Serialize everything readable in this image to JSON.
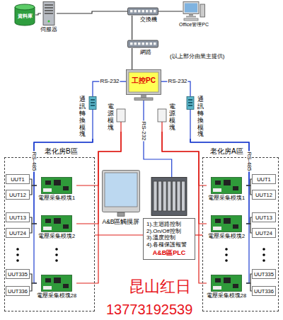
{
  "diagram": {
    "nodes": [
      {
        "text": [
          "資料庫"
        ]
      },
      {
        "text": [
          "伺服器"
        ]
      },
      {
        "text": [
          "交換機"
        ]
      },
      {
        "text": [
          "Office管理PC"
        ]
      },
      {
        "text": [
          "網路"
        ]
      },
      {
        "text": [
          "工控PC"
        ]
      },
      {
        "text": [
          "通訊轉換模塊"
        ]
      },
      {
        "text": [
          "電源模塊"
        ]
      },
      {
        "text": [
          "電源模塊"
        ]
      },
      {
        "text": [
          "通訊轉換模塊"
        ]
      },
      {
        "text": [
          "老化房B區"
        ]
      },
      {
        "text": [
          "UUT1"
        ],
        "in": 10
      },
      {
        "text": [
          "UUT12"
        ],
        "in": 10
      },
      {
        "text": [
          "電壓采集模塊1"
        ],
        "in": 10
      },
      {
        "text": [
          "UUT13"
        ],
        "in": 10
      },
      {
        "text": [
          "UUT24"
        ],
        "in": 10
      },
      {
        "text": [
          "電壓采集模塊2"
        ],
        "in": 10
      },
      {
        "text": [
          "UUT335"
        ],
        "in": 10
      },
      {
        "text": [
          "UUT336"
        ],
        "in": 10
      },
      {
        "text": [
          "電壓采集模塊28"
        ],
        "in": 10
      },
      {
        "text": [
          "A&B區觸摸屏"
        ]
      },
      {
        "text": [
          "1).主迴路控制",
          "2).On/Off控制",
          "3).溫度控制",
          "4).各種保護報警",
          "A&B區PLC"
        ]
      },
      {
        "text": [
          "老化房A區"
        ]
      },
      {
        "text": [
          "UUT1"
        ],
        "in": 22
      },
      {
        "text": [
          "UUT12"
        ],
        "in": 22
      },
      {
        "text": [
          "電壓采集模塊1"
        ],
        "in": 22
      },
      {
        "text": [
          "UUT13"
        ],
        "in": 22
      },
      {
        "text": [
          "UUT24"
        ],
        "in": 22
      },
      {
        "text": [
          "電壓采集模塊2"
        ],
        "in": 22
      },
      {
        "text": [
          "UUT335"
        ],
        "in": 22
      },
      {
        "text": [
          "UUT336"
        ],
        "in": 22
      },
      {
        "text": [
          "電壓采集模塊28"
        ],
        "in": 22
      }
    ],
    "edges": [
      {
        "from": 0,
        "to": 1,
        "arrow": "none"
      },
      {
        "from": 1,
        "to": 2,
        "arrow": "none"
      },
      {
        "from": 2,
        "to": 3,
        "arrow": "none"
      },
      {
        "from": 2,
        "to": 4,
        "arrow": "none"
      },
      {
        "from": 4,
        "to": 5,
        "arrow": "none"
      },
      {
        "from": 5,
        "to": 6,
        "label": "RS-232",
        "arrow": "none"
      },
      {
        "from": 5,
        "to": 9,
        "label": "RS-232",
        "arrow": "none"
      },
      {
        "from": 5,
        "to": 21,
        "label": "RS-232",
        "arrow": "none"
      },
      {
        "from": 6,
        "to": 13,
        "label": "RS-485",
        "arrow": "none"
      },
      {
        "from": 6,
        "to": 16,
        "arrow": "none"
      },
      {
        "from": 6,
        "to": 19,
        "arrow": "none"
      },
      {
        "from": 7,
        "to": 13,
        "arrow": "none"
      },
      {
        "from": 7,
        "to": 16,
        "arrow": "none"
      },
      {
        "from": 7,
        "to": 19,
        "arrow": "none"
      },
      {
        "from": 9,
        "to": 25,
        "label": "RS-485",
        "arrow": "none"
      },
      {
        "from": 9,
        "to": 28,
        "arrow": "none"
      },
      {
        "from": 9,
        "to": 31,
        "arrow": "none"
      },
      {
        "from": 8,
        "to": 25,
        "arrow": "none"
      },
      {
        "from": 8,
        "to": 28,
        "arrow": "none"
      },
      {
        "from": 8,
        "to": 31,
        "arrow": "none"
      },
      {
        "from": 13,
        "to": 11,
        "arrow": "none"
      },
      {
        "from": 13,
        "to": 12,
        "arrow": "none"
      },
      {
        "from": 16,
        "to": 14,
        "arrow": "none"
      },
      {
        "from": 16,
        "to": 15,
        "arrow": "none"
      },
      {
        "from": 19,
        "to": 17,
        "arrow": "none"
      },
      {
        "from": 19,
        "to": 18,
        "arrow": "none"
      },
      {
        "from": 25,
        "to": 23,
        "arrow": "none"
      },
      {
        "from": 25,
        "to": 24,
        "arrow": "none"
      },
      {
        "from": 28,
        "to": 26,
        "arrow": "none"
      },
      {
        "from": 28,
        "to": 27,
        "arrow": "none"
      },
      {
        "from": 31,
        "to": 29,
        "arrow": "none"
      },
      {
        "from": 31,
        "to": 30,
        "arrow": "none"
      },
      {
        "from": 21,
        "to": 10,
        "arrow": "none"
      },
      {
        "from": 21,
        "to": 22,
        "arrow": "none"
      }
    ],
    "labels": [
      "(以上部分由業主提供)",
      "昆山红日",
      "13773192539"
    ]
  }
}
